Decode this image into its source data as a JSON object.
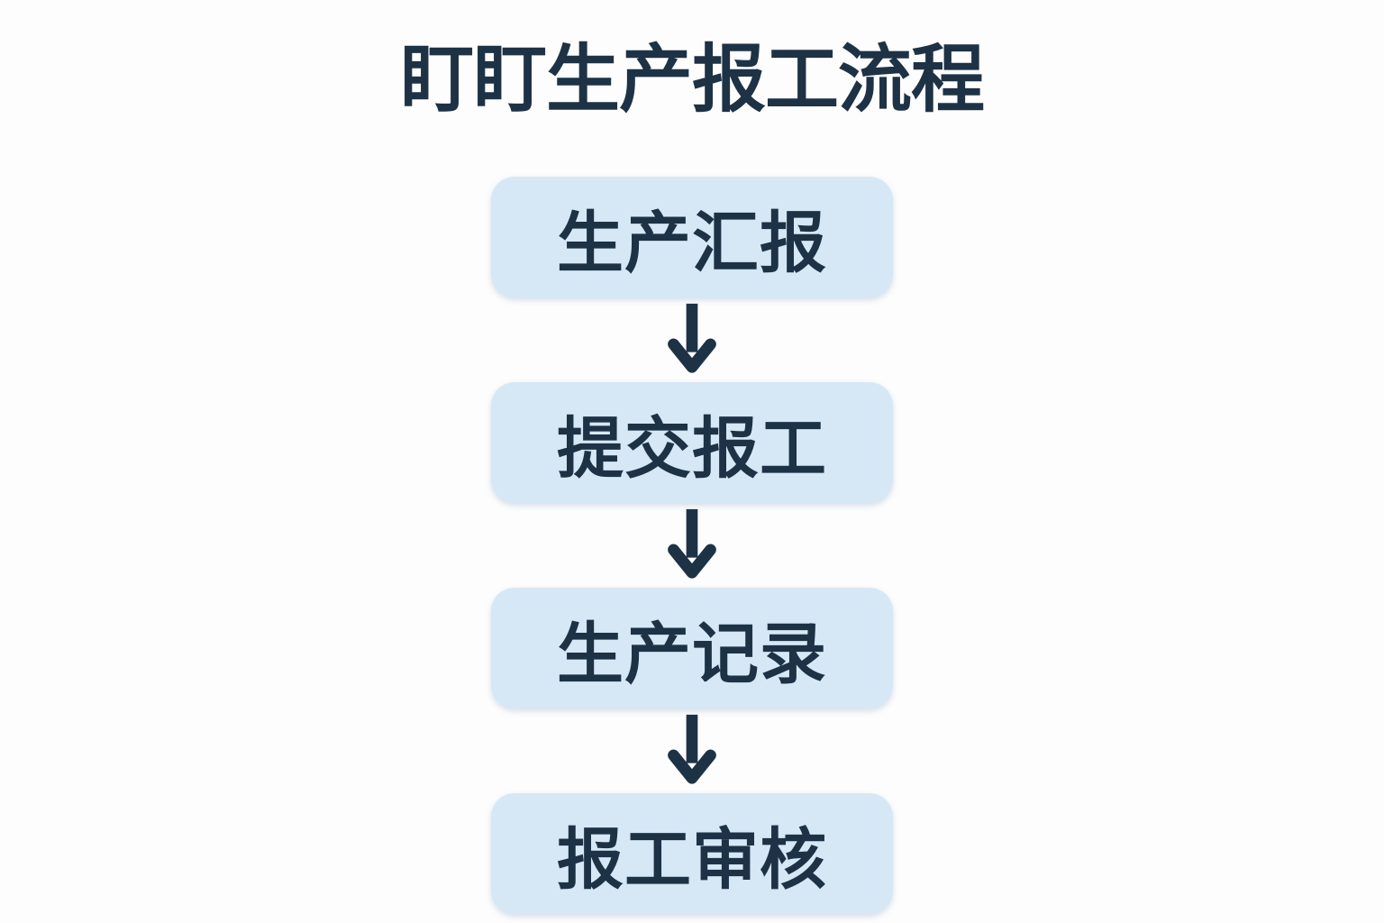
{
  "title": "盯盯生产报工流程",
  "flow": {
    "connector": "arrow-down",
    "steps": [
      {
        "label": "生产汇报"
      },
      {
        "label": "提交报工"
      },
      {
        "label": "生产记录"
      },
      {
        "label": "报工审核"
      }
    ]
  },
  "colors": {
    "bg": "#fdfdfd",
    "box-fill": "#d6e8f5",
    "ink": "#1e3246"
  }
}
